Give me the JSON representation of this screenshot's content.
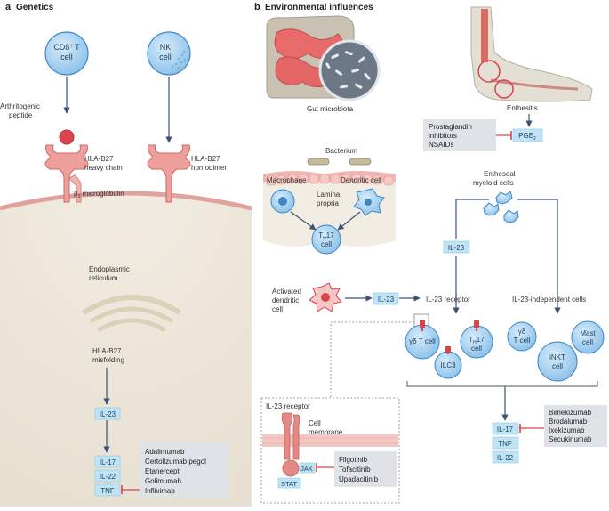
{
  "panel_a": {
    "letter": "a",
    "title": "Genetics",
    "cd8_cell": {
      "line1": "CD8",
      "sup": "+",
      "line1_rest": " T",
      "line2": "cell"
    },
    "nk_cell": {
      "line1": "NK",
      "line2": "cell"
    },
    "peptide_label": [
      "Arthritogenic",
      "peptide"
    ],
    "heavy_chain_label": [
      "HLA-B27",
      "heavy chain"
    ],
    "homodimer_label": [
      "HLA-B27",
      "homodimer"
    ],
    "b2m_label": {
      "beta": "β",
      "sub": "2",
      "rest": " microglobulin"
    },
    "er_label": [
      "Endoplasmic",
      "reticulum"
    ],
    "misfold_label": [
      "HLA-B27",
      "misfolding"
    ],
    "il23": "IL-23",
    "il17": "IL-17",
    "il22": "IL-22",
    "tnf": "TNF",
    "drugs": [
      "Adalimumab",
      "Certolizumab pegol",
      "Etanercept",
      "Golimumab",
      "Infliximab"
    ]
  },
  "panel_b": {
    "letter": "b",
    "title": "Environmental influences",
    "gut_label": "Gut microbiota",
    "enthesitis_label": "Enthesitis",
    "pge_inhibitors": [
      "Prostaglandin",
      "inhibitors",
      "NSAIDs"
    ],
    "pge2": {
      "base": "PGE",
      "sub": "2"
    },
    "bacterium_label": "Bacterium",
    "macrophage_label": "Macrophage",
    "dendritic_label": "Dendritic cell",
    "lamina_label": [
      "Lamina",
      "propria"
    ],
    "th17_gut": {
      "t": "T",
      "sub": "H",
      "rest": "17",
      "line2": "cell"
    },
    "entheseal_label": [
      "Entheseal",
      "myeloid cells"
    ],
    "il23_right": "IL-23",
    "activated_label": [
      "Activated",
      "dendritic",
      "cell"
    ],
    "il23_mid": "IL-23",
    "il23_receptor": "IL-23 receptor",
    "il23_independent": "IL-23-independent cells",
    "gd_t_cell": "γδ T cell",
    "th17_cell": {
      "t": "T",
      "sub": "H",
      "rest": "17",
      "line2": "cell"
    },
    "ilc3": "ILC3",
    "gd_t_cell_right": [
      "γδ",
      "T cell"
    ],
    "mast_cell": [
      "Mast",
      "cell"
    ],
    "inkt_cell": [
      "iNKT",
      "cell"
    ],
    "inset": {
      "title": "IL-23 receptor",
      "membrane_label": [
        "Cell",
        "membrane"
      ],
      "jak": "JAK",
      "stat": "STAT",
      "drugs": [
        "Filgotinib",
        "Tofacitinib",
        "Upadacitinib"
      ]
    },
    "il17": "IL-17",
    "tnf": "TNF",
    "il22": "IL-22",
    "il17_drugs": [
      "Bimekizumab",
      "Brodalumab",
      "Ixekizumab",
      "Secukinumab"
    ]
  },
  "colors": {
    "cell_blue": "#a9d3f0",
    "cell_stroke": "#3d86c6",
    "cytokine_box": "#bfe4f6",
    "drug_box": "#dfe2e6",
    "receptor_pink": "#e7a3a2",
    "er_beige": "#ebe3d3",
    "inhibit_red": "#d9444f",
    "arrow_navy": "#3b5378"
  }
}
